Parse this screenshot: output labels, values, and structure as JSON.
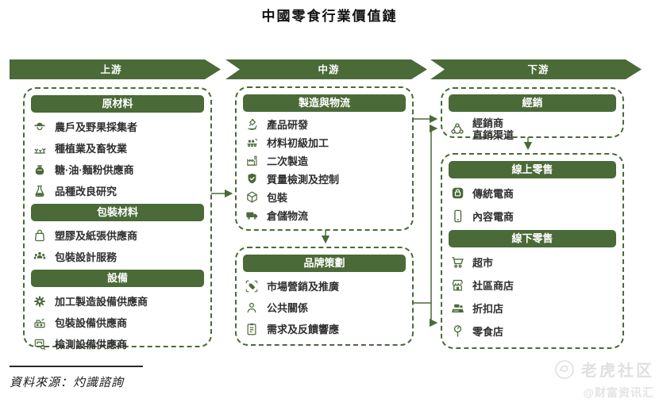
{
  "title": "中國零食行業價值鏈",
  "colors": {
    "accent_green": "#4a6a38",
    "item_text": "#2f2f2f",
    "header_text": "#ffffff",
    "watermark_gray": "#e0e0e0"
  },
  "stages": {
    "upstream": "上游",
    "midstream": "中游",
    "downstream": "下游"
  },
  "upstream": {
    "sections": [
      {
        "header": "原材料",
        "items": [
          {
            "icon": "farmer-icon",
            "label": "農戶及野果採集者"
          },
          {
            "icon": "crops-field-icon",
            "label": "種植業及畜牧業"
          },
          {
            "icon": "ingredient-sack-icon",
            "label": "糖·油·麵粉供應商"
          },
          {
            "icon": "flask-icon",
            "label": "品種改良研究"
          }
        ]
      },
      {
        "header": "包裝材料",
        "items": [
          {
            "icon": "plastic-bag-icon",
            "label": "塑膠及紙張供應商"
          },
          {
            "icon": "design-team-icon",
            "label": "包裝設計服務"
          }
        ]
      },
      {
        "header": "設備",
        "items": [
          {
            "icon": "gear-icon",
            "label": "加工製造設備供應商"
          },
          {
            "icon": "packaging-machine-icon",
            "label": "包裝設備供應商"
          },
          {
            "icon": "inspection-device-icon",
            "label": "檢測設備供應商"
          }
        ]
      }
    ]
  },
  "midstream": {
    "manufacturing": {
      "header": "製造與物流",
      "items": [
        {
          "icon": "microscope-icon",
          "label": "產品研發"
        },
        {
          "icon": "conveyor-icon",
          "label": "材料初級加工"
        },
        {
          "icon": "factory-icon",
          "label": "二次製造"
        },
        {
          "icon": "shield-check-icon",
          "label": "質量檢測及控制"
        },
        {
          "icon": "package-box-icon",
          "label": "包裝"
        },
        {
          "icon": "truck-icon",
          "label": "倉儲物流"
        }
      ]
    },
    "brand": {
      "header": "品牌策劃",
      "items": [
        {
          "icon": "price-tag-icon",
          "label": "市場營銷及推廣"
        },
        {
          "icon": "person-icon",
          "label": "公共關係"
        },
        {
          "icon": "feedback-form-icon",
          "label": "需求及反饋響應"
        }
      ]
    }
  },
  "downstream": {
    "distribution": {
      "header": "經銷",
      "item": {
        "icon": "distribution-network-icon",
        "line1": "經銷商",
        "line2": "直銷渠道"
      }
    },
    "online_retail": {
      "header": "線上零售",
      "items": [
        {
          "icon": "ecommerce-app-icon",
          "label": "傳統電商"
        },
        {
          "icon": "smartphone-icon",
          "label": "內容電商"
        }
      ]
    },
    "offline_retail": {
      "header": "線下零售",
      "items": [
        {
          "icon": "shopping-cart-icon",
          "label": "超市"
        },
        {
          "icon": "storefront-icon",
          "label": "社區商店"
        },
        {
          "icon": "cash-register-icon",
          "label": "折扣店"
        },
        {
          "icon": "lollipop-icon",
          "label": "零食店"
        }
      ]
    }
  },
  "source_note": "資料來源：灼識諮詢",
  "watermark": {
    "brand": "老虎社区",
    "handle": "@财富资讯汇"
  }
}
